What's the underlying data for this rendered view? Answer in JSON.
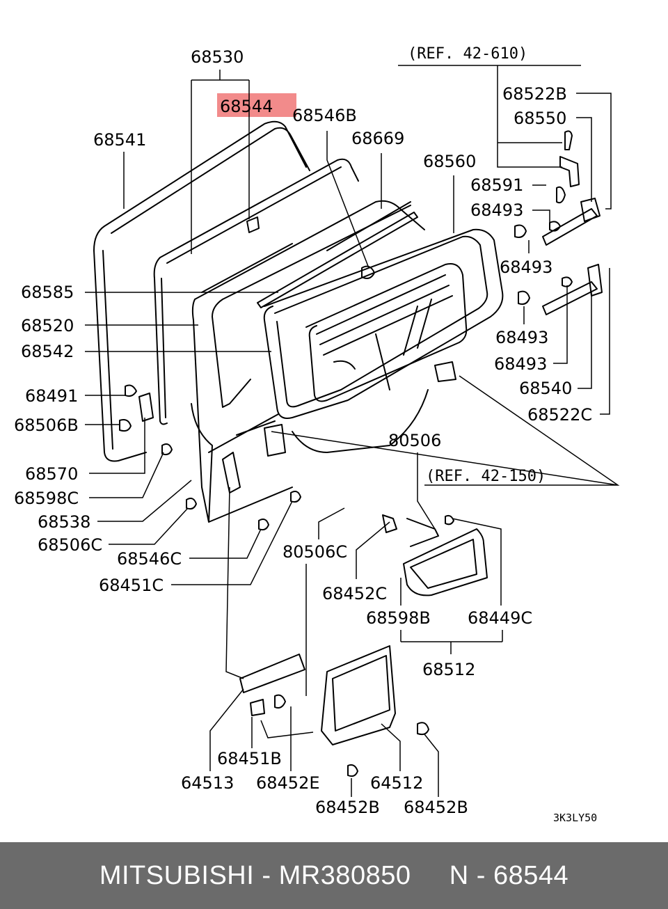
{
  "highlight_color": "#f28b8b",
  "refs": {
    "top": "(REF. 42-610)",
    "middle": "(REF. 42-150)"
  },
  "drawing_code": "3K3LY50",
  "footer": {
    "text": "MITSUBISHI - MR380850     N - 68544"
  },
  "labels": {
    "p68530": "68530",
    "p68544": "68544",
    "p68546B": "68546B",
    "p68541": "68541",
    "p68669": "68669",
    "p68560": "68560",
    "p68522B": "68522B",
    "p68550": "68550",
    "p68591": "68591",
    "p68493a": "68493",
    "p68493b": "68493",
    "p68493c": "68493",
    "p68493d": "68493",
    "p68540": "68540",
    "p68522C": "68522C",
    "p68585": "68585",
    "p68520": "68520",
    "p68542": "68542",
    "p68491": "68491",
    "p68506B": "68506B",
    "p68570": "68570",
    "p68598C": "68598C",
    "p68538": "68538",
    "p68506C": "68506C",
    "p68546C": "68546C",
    "p68451C": "68451C",
    "p80506": "80506",
    "p80506C": "80506C",
    "p68452C": "68452C",
    "p68598B": "68598B",
    "p68449C": "68449C",
    "p68512": "68512",
    "p68451B": "68451B",
    "p64513": "64513",
    "p68452E": "68452E",
    "p64512": "64512",
    "p68452B_a": "68452B",
    "p68452B_b": "68452B"
  }
}
